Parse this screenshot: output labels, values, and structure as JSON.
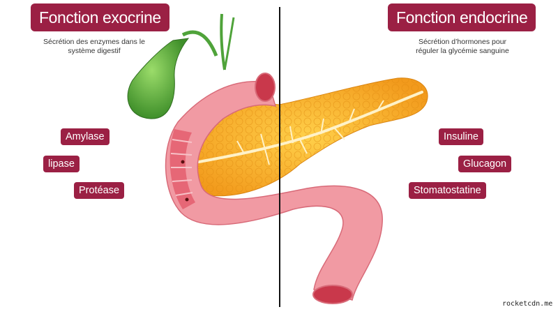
{
  "exocrine": {
    "title": "Fonction exocrine",
    "subtitle_line1": "Sécrétion des enzymes dans le",
    "subtitle_line2": "système digestif",
    "enzymes": [
      "Amylase",
      "lipase",
      "Protéase"
    ]
  },
  "endocrine": {
    "title": "Fonction endocrine",
    "subtitle_line1": "Sécrétion d’hormones pour",
    "subtitle_line2": "réguler la glycémie sanguine",
    "hormones": [
      "Insuline",
      "Glucagon",
      "Stomatostatine"
    ]
  },
  "credit": "rocketcdn.me",
  "colors": {
    "label_bg": "#9b2044",
    "label_text": "#ffffff",
    "pancreas": "#f5a623",
    "duodenum": "#f19aa3",
    "gallbladder": "#5cae3c",
    "divider": "#111111"
  }
}
